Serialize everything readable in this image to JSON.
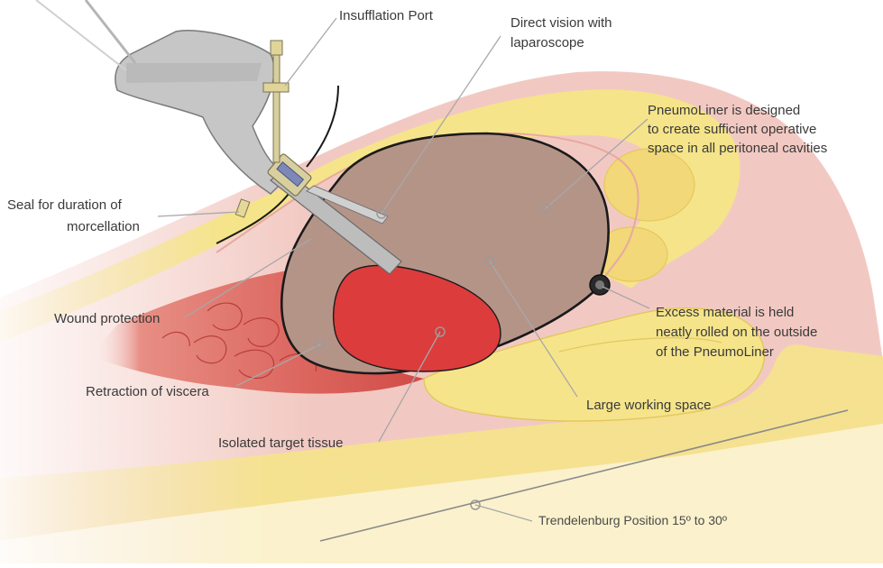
{
  "labels": {
    "insufflation_port": "Insufflation Port",
    "direct_vision_line1": "Direct vision with",
    "direct_vision_line2": "laparoscope",
    "pneumoliner_line1": "PneumoLiner is designed",
    "pneumoliner_line2": "to create sufficient operative",
    "pneumoliner_line3": "space in all peritoneal cavities",
    "seal_line1": "Seal for duration of",
    "seal_line2": "morcellation",
    "wound_protection": "Wound protection",
    "excess_line1": "Excess material is held",
    "excess_line2": "neatly rolled on the outside",
    "excess_line3": "of the PneumoLiner",
    "retraction": "Retraction of viscera",
    "large_working_space": "Large working space",
    "isolated_target": "Isolated target tissue",
    "trendelenburg": "Trendelenburg Position 15º to 30º"
  },
  "colors": {
    "skin_pink": "#f2c9c2",
    "fat_yellow": "#f5e48a",
    "fat_light": "#f8ecaa",
    "cavity_brown": "#b59488",
    "tissue_red": "#dc3c3c",
    "viscera_red": "#d24a46",
    "device_gray": "#c6c6c6",
    "leader_gray": "#a8a8a8"
  }
}
